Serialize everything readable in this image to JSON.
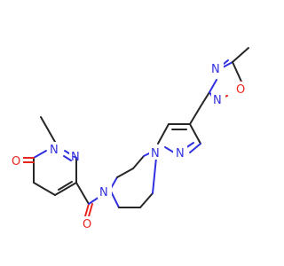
{
  "molecule": {
    "atoms": {
      "n_ring1_top": "N",
      "n_ring1_bottom": "N",
      "o_ketone": "O",
      "o_amide": "O",
      "n_piperazine_left": "N",
      "n_piperazine_right": "N",
      "n_pyridine": "N",
      "n_oxadiazole_top": "N",
      "n_oxadiazole_bottom": "N",
      "o_oxadiazole": "O"
    }
  }
}
